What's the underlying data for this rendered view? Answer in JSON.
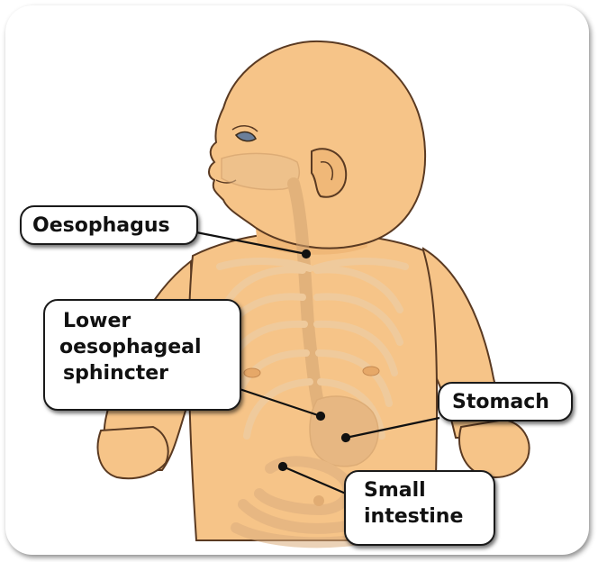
{
  "labels": {
    "oesophagus": "Oesophagus",
    "lower_oesophageal_sphincter": [
      "Lower",
      "oesophageal",
      "sphincter"
    ],
    "stomach": "Stomach",
    "small_intestine": [
      "Small",
      "intestine"
    ]
  },
  "colors": {
    "skin": "#f6c488",
    "skin_shadow": "#e9a866",
    "outline": "#5a3a22",
    "organs": "#e8bf8e",
    "ribs": "#ead0ae",
    "label_border": "#1a1a1a",
    "leader_line": "#111111"
  }
}
